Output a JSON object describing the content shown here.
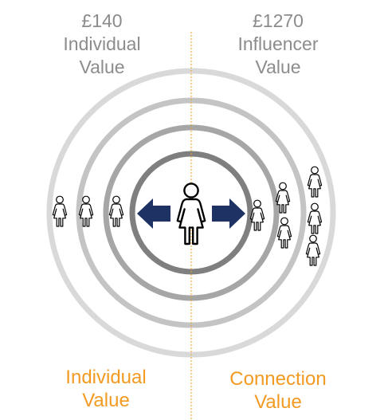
{
  "left_panel": {
    "amount": "£140",
    "value_line1": "Individual",
    "value_line2": "Value",
    "caption_line1": "Individual",
    "caption_line2": "Value"
  },
  "right_panel": {
    "amount": "£1270",
    "value_line1": "Influencer",
    "value_line2": "Value",
    "caption_line1": "Connection",
    "caption_line2": "Value"
  },
  "colors": {
    "ring_outer": "#d9d9d9",
    "ring_second": "#c4c4c4",
    "ring_third": "#a6a6a6",
    "ring_inner": "#7f7f7f",
    "arrow": "#1f3264",
    "divider": "#f39a22",
    "caption": "#f39a22",
    "top_label": "#8c8c8c"
  },
  "icons": {
    "central": "person-female-icon",
    "peer": "person-female-icon",
    "arrows": "double-arrow-icon"
  }
}
